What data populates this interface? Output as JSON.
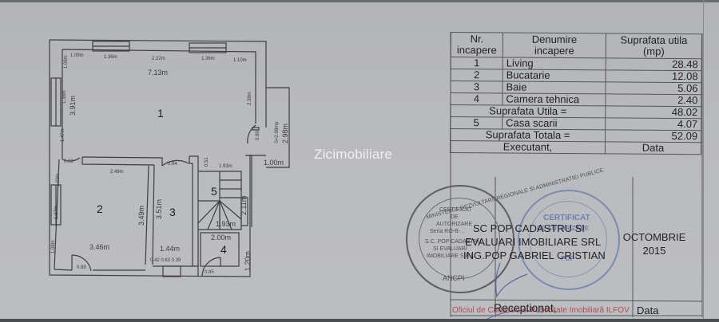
{
  "document": {
    "type": "floor-plan",
    "watermark": "Zicimobiliare"
  },
  "floor_plan": {
    "rooms": [
      {
        "number": "1",
        "name": "Living"
      },
      {
        "number": "2",
        "name": "Bucatarie"
      },
      {
        "number": "3",
        "name": "Baie"
      },
      {
        "number": "4",
        "name": "Camera tehnica"
      },
      {
        "number": "5",
        "name": "Casa scarii"
      }
    ],
    "dimensions": {
      "top_segments": [
        "1.09m",
        "1.36m",
        "2.22m",
        "1.36m",
        "1.10m"
      ],
      "living_width": "7.13m",
      "living_left_top": "1.08m",
      "living_left_win": "1.38m",
      "living_height": "3.91m",
      "living_left_low": "1.47m",
      "living_right": "2.38m",
      "door_right": "0.89",
      "stair_label": "S=2.98mp",
      "stair_height": "2.98m",
      "entrance_width": "1.00m",
      "kitchen_door": "0.98",
      "kitchen_width": "2.48m",
      "bath_door": "0.94",
      "bath_small": "0.51",
      "stair_width": "1.93m",
      "kitchen_left_a": "1.03m",
      "kitchen_left_b": "1.37m",
      "kitchen_left_c": "1.08m",
      "kitchen_height": "3.49m",
      "kitchen_bottom": "3.46m",
      "kitchen_door_bottom": "0.89",
      "bath_height": "3.51m",
      "bath_bottom": "1.44m",
      "bath_segments": "0.42 0.63 0.39",
      "stair_right": "2.11m",
      "stair_bottom": "1.93m",
      "tech_width": "2.00m",
      "tech_height": "1.20m",
      "tech_door": "0.85"
    }
  },
  "legend_table": {
    "headers": {
      "nr": "Nr.",
      "nr2": "incapere",
      "name": "Denumire",
      "name2": "incapere",
      "area": "Suprafata utila",
      "area2": "(mp)"
    },
    "rows": [
      {
        "nr": "1",
        "name": "Living",
        "area": "28.48"
      },
      {
        "nr": "2",
        "name": "Bucatarie",
        "area": "12.08"
      },
      {
        "nr": "3",
        "name": "Baie",
        "area": "5.06"
      },
      {
        "nr": "4",
        "name": "Camera tehnica",
        "area": "2.40"
      }
    ],
    "useful_area_label": "Suprafata Utila =",
    "useful_area_value": "48.02",
    "stair_row": {
      "nr": "5",
      "name": "Casa scarii",
      "area": "4.07"
    },
    "total_area_label": "Suprafata Totala =",
    "total_area_value": "52.09",
    "executant_label": "Executant,",
    "data_label": "Data",
    "company_line1": "SC POP CADASTRU SI",
    "company_line2": "EVALUARI IMOBILIARE SRL",
    "engineer": "ING.POP GABRIEL CRISTIAN",
    "date_month": "OCTOMBRIE",
    "date_year": "2015",
    "receptionat_label": "Receptionat,",
    "office_stamp_text": "Oficiul de Cadastru si Publicitate Imobiliară ILFOV",
    "data_label_bottom": "Data"
  },
  "stamps": {
    "left": {
      "ring": "MINISTERUL DEZVOLTARII REGIONALE SI ADMINISTRATIEI PUBLICE",
      "lines": [
        "CERTIFICAT",
        "DE",
        "AUTORIZARE",
        "Seria RO-B-...",
        "S.C. POP CADASTRU",
        "SI EVALUARI",
        "IMOBILIARE S.R.L."
      ],
      "bottom": "ANCPI"
    },
    "right": {
      "lines": [
        "CERTIFICAT",
        "DE AUTORIZARE",
        "POP"
      ]
    }
  }
}
